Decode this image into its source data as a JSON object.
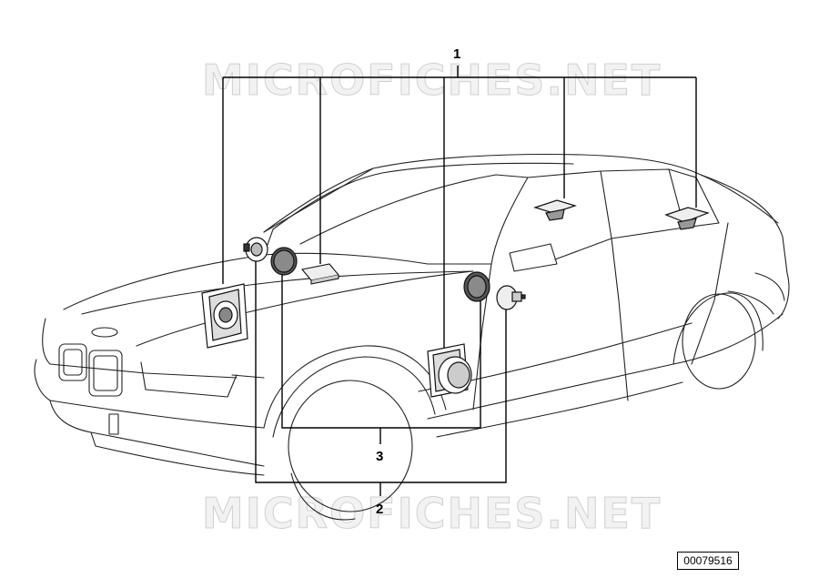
{
  "watermark": {
    "text": "MICROFICHES.NET"
  },
  "callouts": {
    "label_1": "1",
    "label_2": "2",
    "label_3": "3"
  },
  "reference_number": "00079516",
  "components": [
    "front-door-woofer",
    "dashboard-tweeter",
    "dashboard-grille",
    "center-dash-speaker",
    "mirror-triangle-grille",
    "mirror-triangle-tweeter",
    "front-door-mid-speaker",
    "rear-shelf-speaker-left",
    "rear-shelf-speaker-right",
    "front-left-speaker-frame"
  ]
}
